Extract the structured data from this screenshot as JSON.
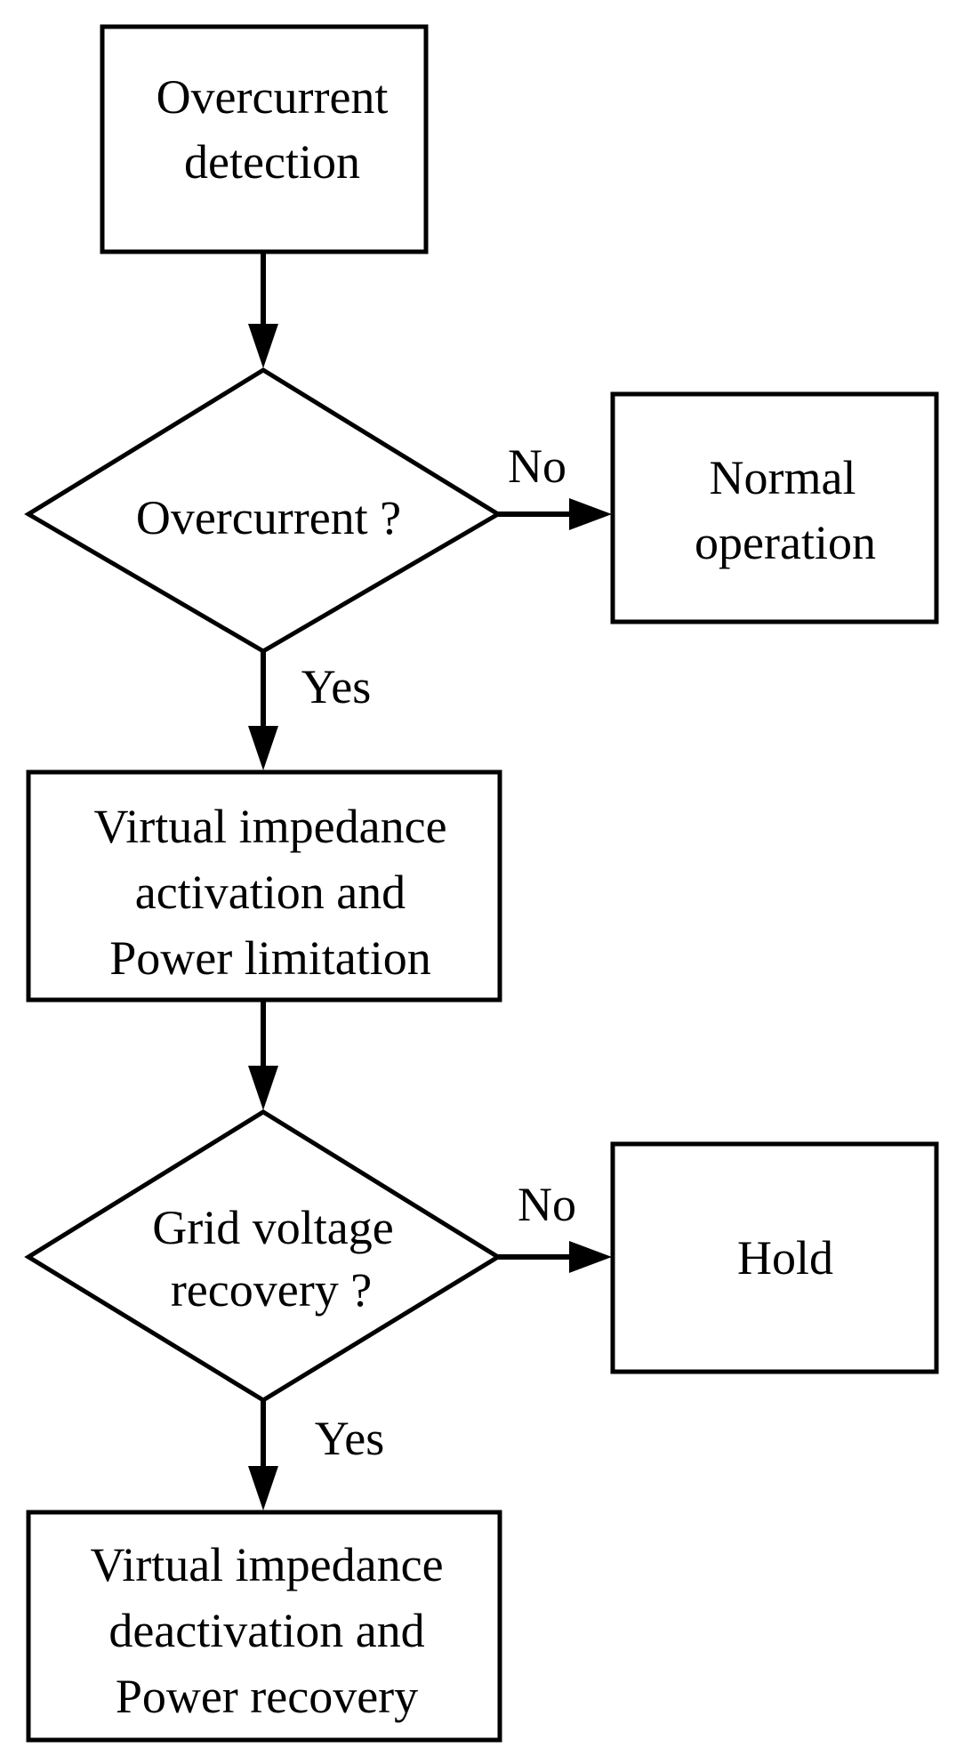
{
  "diagram": {
    "type": "flowchart",
    "nodes": {
      "overcurrent_detection": {
        "shape": "process",
        "lines": [
          "Overcurrent",
          "detection"
        ]
      },
      "overcurrent_decision": {
        "shape": "decision",
        "lines": [
          "Overcurrent ?"
        ]
      },
      "normal_operation": {
        "shape": "process",
        "lines": [
          "Normal",
          "operation"
        ]
      },
      "vi_activation": {
        "shape": "process",
        "lines": [
          "Virtual impedance",
          "activation and",
          "Power limitation"
        ]
      },
      "grid_voltage_decision": {
        "shape": "decision",
        "lines": [
          "Grid voltage",
          "recovery ?"
        ]
      },
      "hold": {
        "shape": "process",
        "lines": [
          "Hold"
        ]
      },
      "vi_deactivation": {
        "shape": "process",
        "lines": [
          "Virtual impedance",
          "deactivation and",
          "Power recovery"
        ]
      }
    },
    "edges": {
      "e1": {
        "from": "overcurrent_detection",
        "to": "overcurrent_decision",
        "label": ""
      },
      "e2": {
        "from": "overcurrent_decision",
        "to": "normal_operation",
        "label": "No"
      },
      "e3": {
        "from": "overcurrent_decision",
        "to": "vi_activation",
        "label": "Yes"
      },
      "e4": {
        "from": "vi_activation",
        "to": "grid_voltage_decision",
        "label": ""
      },
      "e5": {
        "from": "grid_voltage_decision",
        "to": "hold",
        "label": "No"
      },
      "e6": {
        "from": "grid_voltage_decision",
        "to": "vi_deactivation",
        "label": "Yes"
      }
    }
  }
}
